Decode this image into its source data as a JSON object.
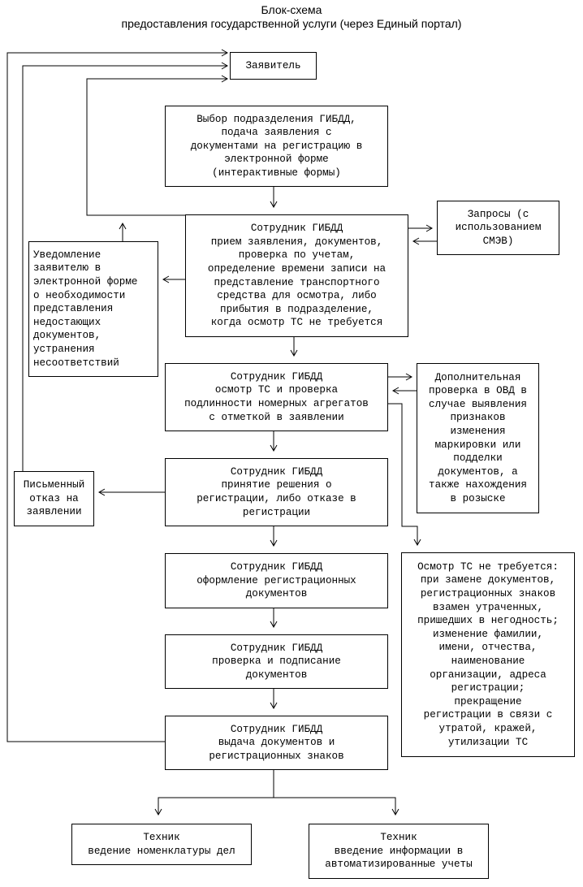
{
  "title": [
    "Блок-схема",
    "предоставления государственной услуги (через Единый портал)"
  ],
  "boxes": {
    "applicant": [
      "Заявитель"
    ],
    "select_unit": [
      "Выбор подразделения ГИБДД,",
      "подача заявления с",
      "документами на регистрацию в",
      "электронной форме",
      "(интерактивные формы)"
    ],
    "receive": [
      "Сотрудник ГИБДД",
      "прием заявления, документов,",
      "проверка по учетам,",
      "определение времени записи на",
      "представление транспортного",
      "средства для осмотра, либо",
      "прибытия в подразделение,",
      "когда осмотр ТС не требуется"
    ],
    "requests": [
      "Запросы (с",
      "использованием",
      "СМЭВ)"
    ],
    "notify": [
      "Уведомление",
      "заявителю в",
      "электронной форме",
      "о необходимости",
      "представления",
      "недостающих",
      "документов,",
      "устранения",
      "несоответствий"
    ],
    "inspect": [
      "Сотрудник ГИБДД",
      "осмотр ТС и проверка",
      "подлинности номерных агрегатов",
      "с отметкой в заявлении"
    ],
    "extra_check": [
      "Дополнительная",
      "проверка в ОВД в",
      "случае выявления",
      "признаков",
      "изменения",
      "маркировки или",
      "подделки",
      "документов, а",
      "также нахождения",
      "в розыске"
    ],
    "refusal": [
      "Письменный",
      "отказ на",
      "заявлении"
    ],
    "decision": [
      "Сотрудник ГИБДД",
      "принятие решения о",
      "регистрации, либо отказе в",
      "регистрации"
    ],
    "no_inspect": [
      "Осмотр ТС не требуется:",
      "при замене документов,",
      "регистрационных знаков",
      "взамен утраченных,",
      "пришедших в негодность;",
      "изменение фамилии,",
      "имени, отчества,",
      "наименование",
      "организации, адреса",
      "регистрации;",
      "прекращение",
      "регистрации в связи с",
      "утратой, кражей,",
      "утилизации ТС"
    ],
    "prepare_docs": [
      "Сотрудник ГИБДД",
      "оформление регистрационных",
      "документов"
    ],
    "check_sign": [
      "Сотрудник ГИБДД",
      "проверка и подписание",
      "документов"
    ],
    "issue": [
      "Сотрудник ГИБДД",
      "выдача документов и",
      "регистрационных знаков"
    ],
    "tech_nomenclature": [
      "Техник",
      "ведение номенклатуры дел"
    ],
    "tech_input": [
      "Техник",
      "введение информации в",
      "автоматизированные учеты"
    ]
  }
}
